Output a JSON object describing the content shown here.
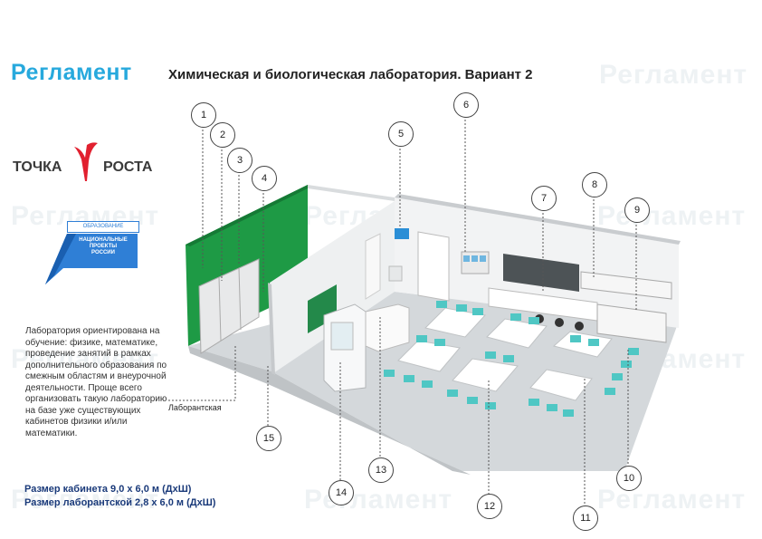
{
  "header": {
    "brand": "Регламент",
    "title": "Химическая и биологическая лаборатория. Вариант 2"
  },
  "watermark": "Регламент",
  "logos": {
    "tochka_left": "ТОЧКА",
    "tochka_right": "РОСТА",
    "np_top": "ОБРАЗОВАНИЕ",
    "np_line1": "НАЦИОНАЛЬНЫЕ",
    "np_line2": "ПРОЕКТЫ",
    "np_line3": "РОССИИ"
  },
  "description": "Лаборатория ориентирована на обучение: физике, математике, проведение занятий в рамках дополнительного образования по смежным областям и внеурочной деятельности. Проще всего организовать такую лабораторию на базе уже существующих кабинетов физики и/или математики.",
  "lab_label": "Лаборантская",
  "sizes": {
    "cabinet": "Размер кабинета 9,0 х 6,0 м (ДхШ)",
    "lab": "Размер лаборантской 2,8 х 6,0 м (ДхШ)"
  },
  "callouts": [
    "1",
    "2",
    "3",
    "4",
    "5",
    "6",
    "7",
    "8",
    "9",
    "10",
    "11",
    "12",
    "13",
    "14",
    "15"
  ],
  "colors": {
    "brand": "#27a9dd",
    "green_wall": "#1e9a45",
    "chair": "#4fc7c4",
    "sizes_text": "#1a3a7a",
    "logo_red": "#e1202f"
  }
}
